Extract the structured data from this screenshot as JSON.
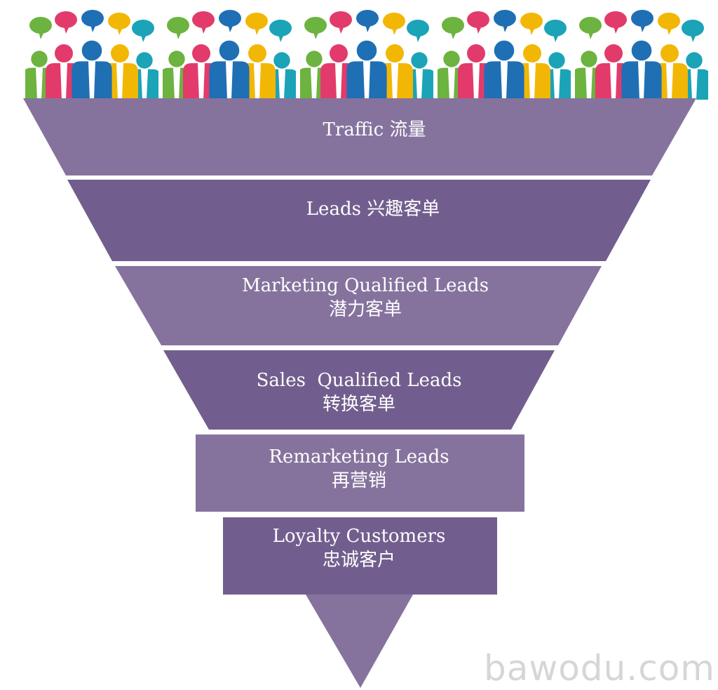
{
  "stages": [
    {
      "en": "Traffic",
      "cn": "流量"
    },
    {
      "en": "Leads",
      "cn": "兴趣客单"
    },
    {
      "en": "Marketing Qualified Leads",
      "cn": "潜力客单"
    },
    {
      "en": "Sales  Qualified Leads",
      "cn": "转换客单"
    },
    {
      "en": "Remarketing Leads",
      "cn": "再营销"
    },
    {
      "en": "Loyalty Customers",
      "cn": "忠诚客户"
    }
  ],
  "watermark": "bawodu.com",
  "colors": {
    "band_light": "#85739E",
    "band_dark": "#725E8E",
    "text": "#FFFFFF",
    "person_palette": [
      "#6CB33F",
      "#E23B6B",
      "#1F6FB5",
      "#F2B705",
      "#1BA3B7"
    ]
  },
  "icons": {
    "crowd": "people-with-speech-bubbles-icon"
  }
}
